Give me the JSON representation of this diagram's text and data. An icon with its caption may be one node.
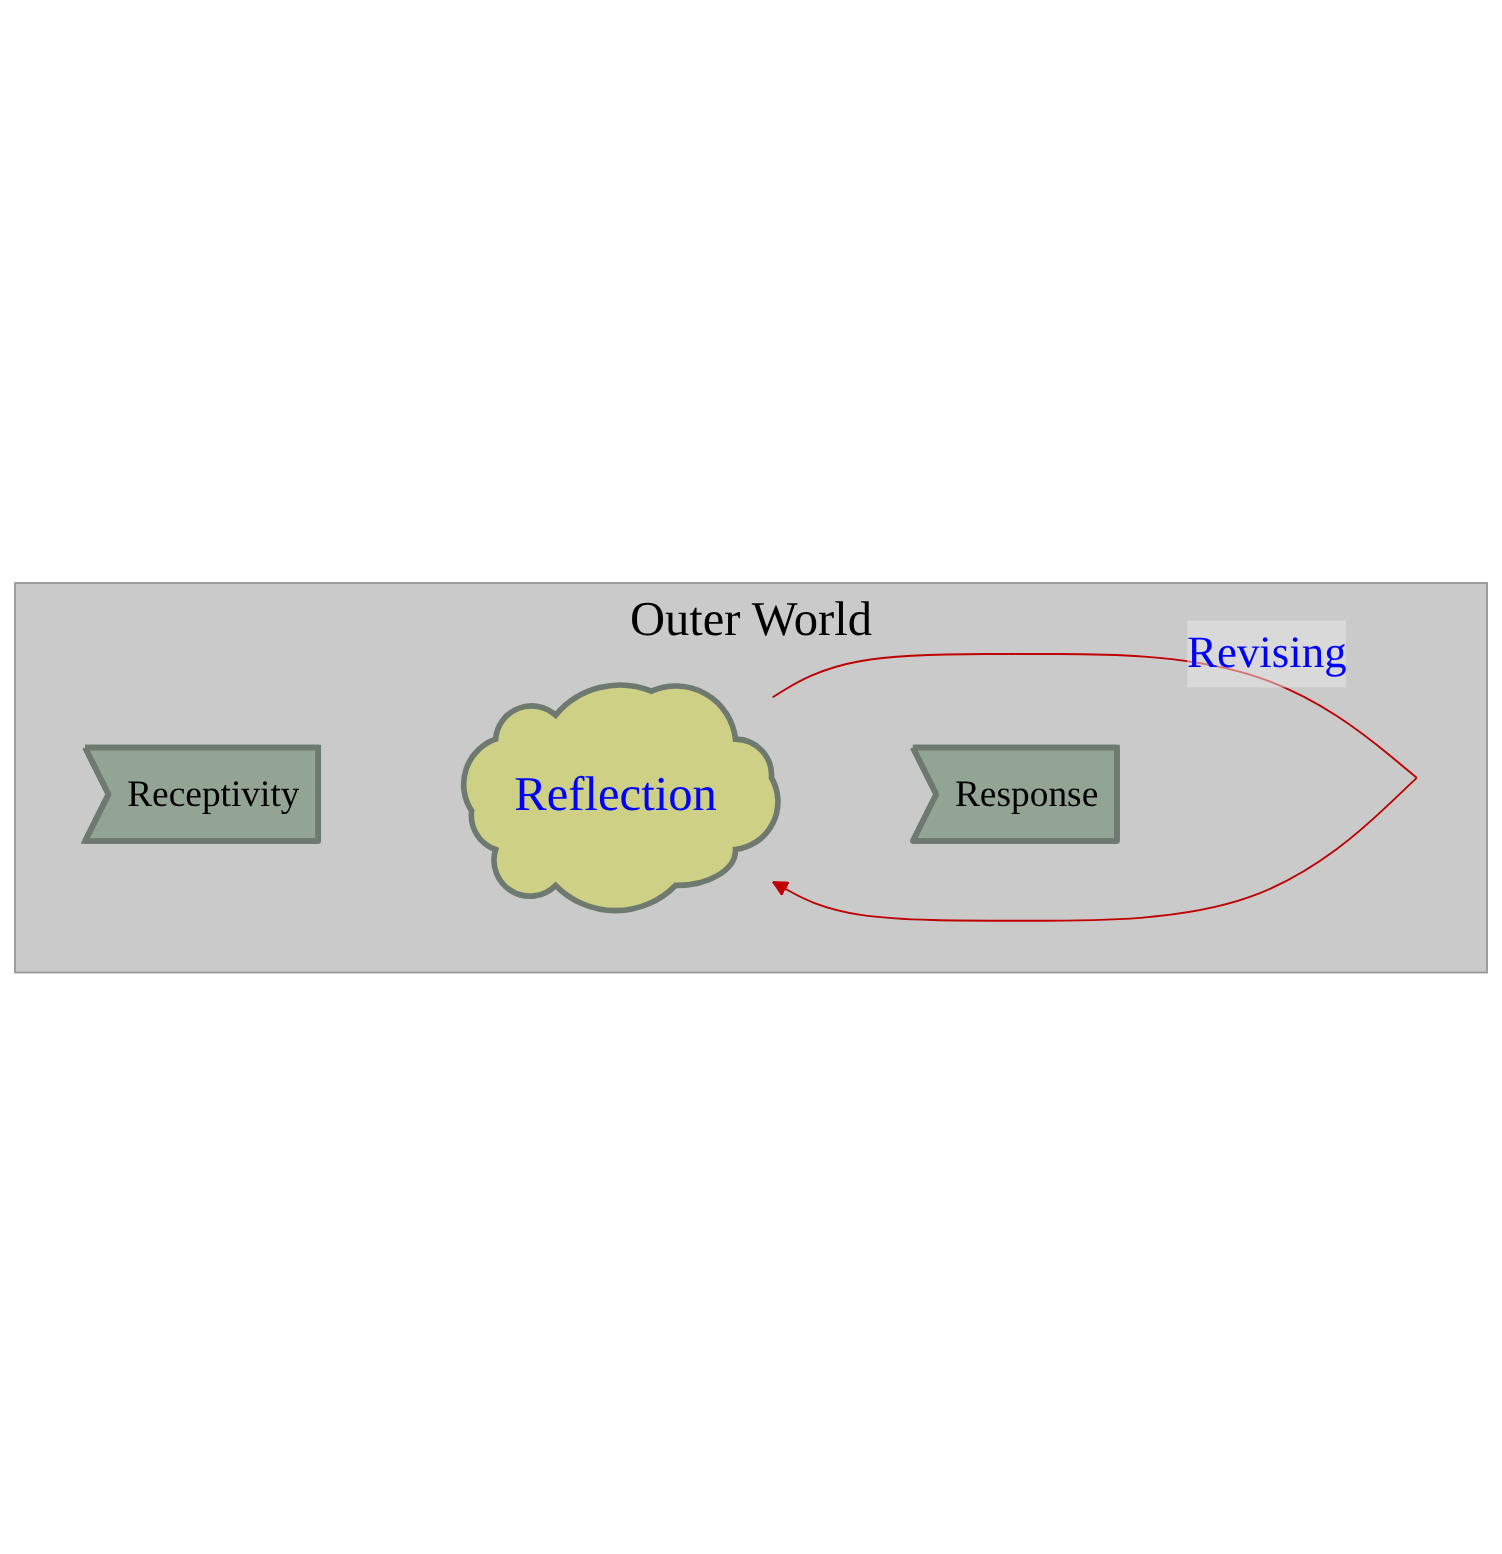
{
  "diagram": {
    "nodes": [
      {
        "text": [
          "Outer World"
        ]
      },
      {
        "text": [
          "Receptivity"
        ],
        "in": 0
      },
      {
        "text": [
          "Reflection"
        ],
        "in": 0
      },
      {
        "text": [
          "Response"
        ],
        "in": 0
      }
    ],
    "edges": [
      {
        "from": 2,
        "to": 2,
        "arrow": "to",
        "label": "Revising",
        "color": "#c00000"
      }
    ]
  }
}
